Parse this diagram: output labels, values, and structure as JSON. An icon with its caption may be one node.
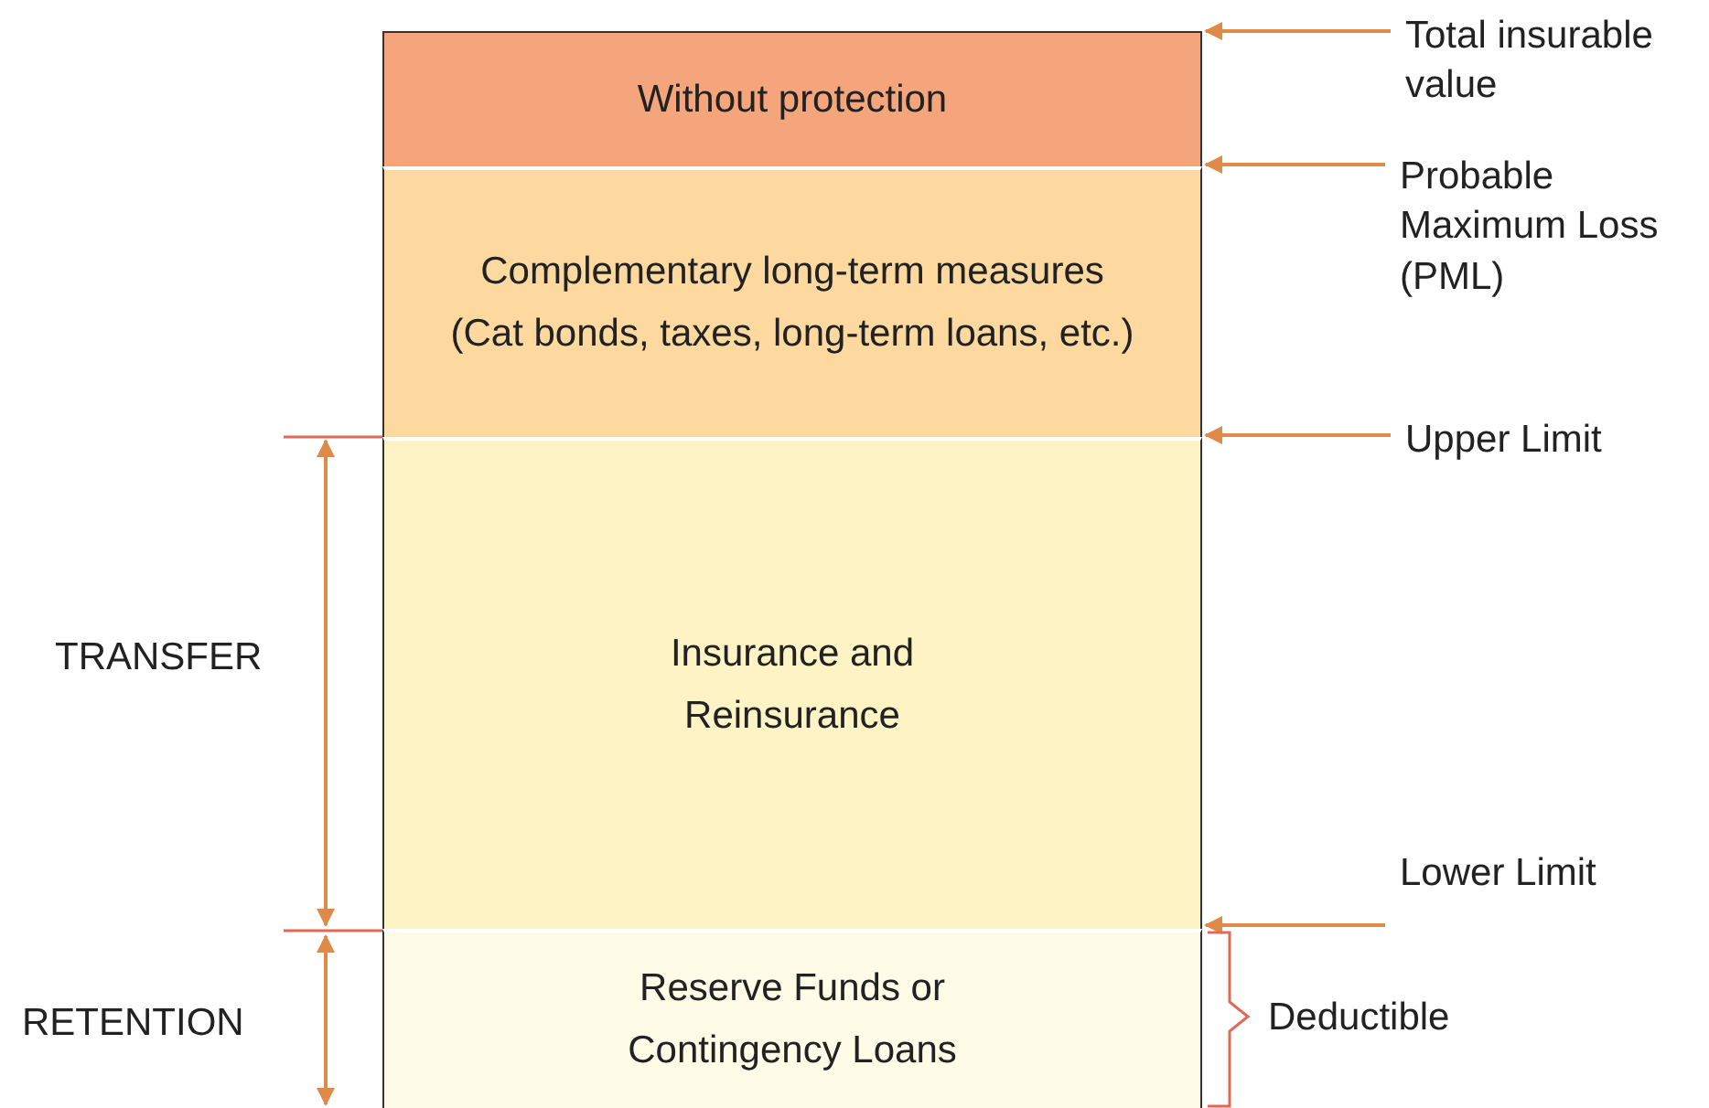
{
  "diagram": {
    "nodes": [
      {
        "text": [
          "Without protection"
        ]
      },
      {
        "text": [
          "Complementary long-term measures (Cat bonds, taxes, long-term loans, etc.)"
        ]
      },
      {
        "text": [
          "Insurance and Reinsurance"
        ]
      },
      {
        "text": [
          "Reserve Funds or Contingency Loans"
        ]
      },
      {
        "text": [
          "Total insurable value"
        ]
      },
      {
        "text": [
          "Probable Maximum Loss (PML)"
        ]
      },
      {
        "text": [
          "Upper Limit"
        ]
      },
      {
        "text": [
          "Lower Limit"
        ]
      }
    ],
    "edges": [
      {
        "from": 4,
        "to": 0,
        "arrow": "to"
      },
      {
        "from": 5,
        "to": 0,
        "arrow": "to"
      },
      {
        "from": 6,
        "to": 1,
        "arrow": "to"
      },
      {
        "from": 7,
        "to": 3,
        "arrow": "to"
      }
    ],
    "labels": [
      "TRANSFER",
      "RETENTION",
      "Deductible"
    ]
  }
}
